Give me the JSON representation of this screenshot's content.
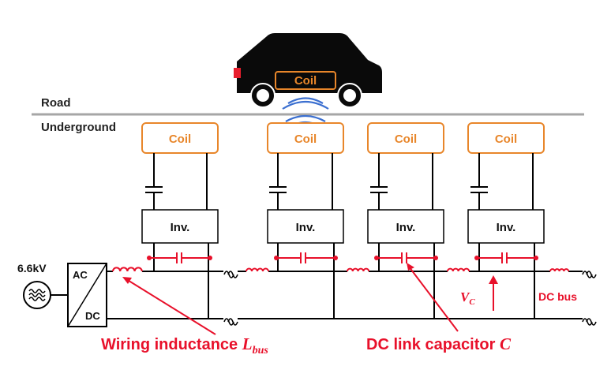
{
  "labels": {
    "road": "Road",
    "underground": "Underground",
    "voltage": "6.6kV",
    "ac": "AC",
    "dc": "DC",
    "dc_bus": "DC bus",
    "vc_main": "V",
    "vc_sub": "C",
    "wiring_text": "Wiring inductance ",
    "wiring_sym": "L",
    "wiring_sub": "bus",
    "cap_text": "DC link capacitor ",
    "cap_sym": "C"
  },
  "car": {
    "coil_label": "Coil"
  },
  "units": [
    {
      "coil_label": "Coil",
      "inverter_label": "Inv."
    },
    {
      "coil_label": "Coil",
      "inverter_label": "Inv."
    },
    {
      "coil_label": "Coil",
      "inverter_label": "Inv."
    },
    {
      "coil_label": "Coil",
      "inverter_label": "Inv."
    }
  ],
  "colors": {
    "coil_orange": "#e8862a",
    "annotation_red": "#e8102a",
    "wireless_blue": "#3b6fd0",
    "road_gray": "#a6a6a6",
    "car_black": "#0a0a0a",
    "taillight_red": "#e81e2d"
  }
}
